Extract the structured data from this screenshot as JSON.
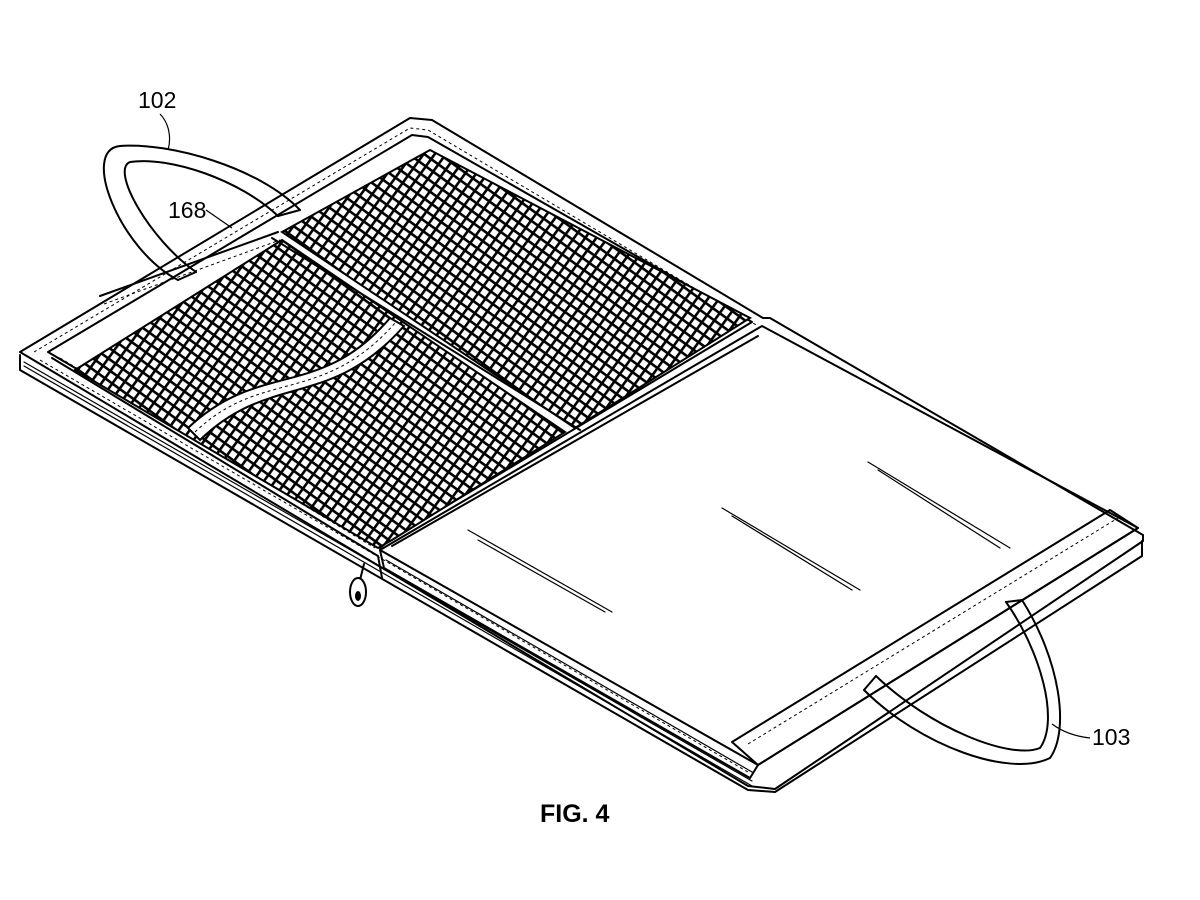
{
  "figure": {
    "caption": "FIG. 4",
    "labels": {
      "strap_top": "102",
      "zipper": "168",
      "strap_bottom": "103"
    }
  },
  "colors": {
    "ink": "#000000",
    "paper": "#ffffff"
  }
}
